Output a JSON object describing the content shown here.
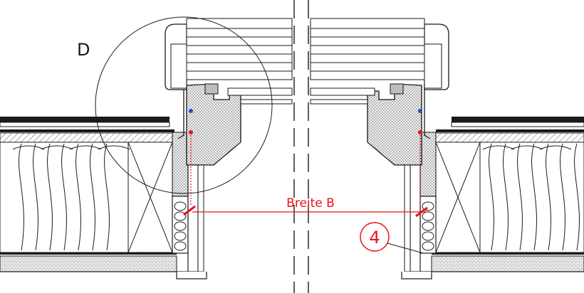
{
  "detail_label": "D",
  "dimension_label": "Breite B",
  "callout_number": "4",
  "colors": {
    "line": "#1a1a1a",
    "annotation": "#e8141c",
    "seal_blue": "#2b4ad8",
    "hatch_fill": "#d9d9d9",
    "frame_fill": "#8c8c8c"
  }
}
